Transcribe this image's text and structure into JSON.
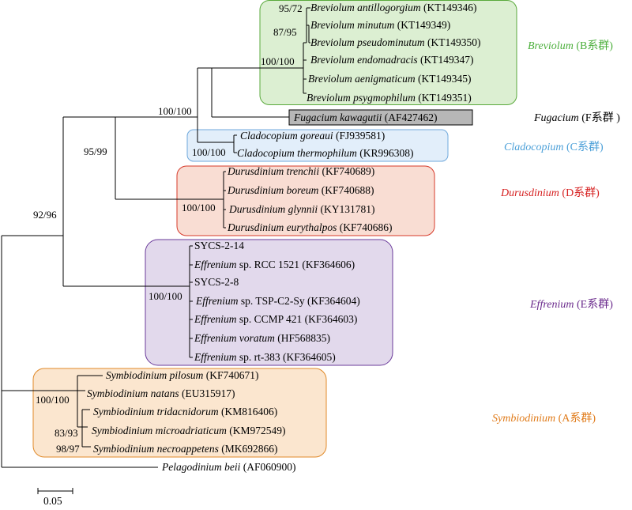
{
  "taxa": [
    {
      "genus": "Breviolum",
      "epithet": "antillogorgium",
      "acc": "(KT149346)"
    },
    {
      "genus": "Breviolum",
      "epithet": "minutum",
      "acc": "(KT149349)"
    },
    {
      "genus": "Breviolum",
      "epithet": "pseudominutum",
      "acc": "(KT149350)"
    },
    {
      "genus": "Breviolum",
      "epithet": "endomadracis",
      "acc": "(KT149347)"
    },
    {
      "genus": "Breviolum",
      "epithet": "aenigmaticum",
      "acc": "(KT149345)"
    },
    {
      "genus": "Breviolum",
      "epithet": "psygmophilum",
      "acc": "(KT149351)"
    },
    {
      "genus": "Fugacium",
      "epithet": "kawagutii",
      "acc": "(AF427462)"
    },
    {
      "genus": "Cladocopium",
      "epithet": "goreaui",
      "acc": "(FJ939581)"
    },
    {
      "genus": "Cladocopium",
      "epithet": "thermophilum",
      "acc": "(KR996308)"
    },
    {
      "genus": "Durusdinium",
      "epithet": "trenchii",
      "acc": "(KF740689)"
    },
    {
      "genus": "Durusdinium",
      "epithet": "boreum",
      "acc": "(KF740688)"
    },
    {
      "genus": "Durusdinium",
      "epithet": "glynnii",
      "acc": "(KY131781)"
    },
    {
      "genus": "Durusdinium",
      "epithet": "eurythalpos",
      "acc": "(KF740686)"
    },
    {
      "plain": "SYCS-2-14"
    },
    {
      "genus": "Effrenium",
      "rest": " sp. RCC 1521 (KF364606)"
    },
    {
      "plain": "SYCS-2-8"
    },
    {
      "genus": "Effrenium",
      "rest": " sp. TSP-C2-Sy (KF364604)"
    },
    {
      "genus": "Effrenium",
      "rest": " sp. CCMP 421 (KF364603)"
    },
    {
      "genus": "Effrenium",
      "epithet": "voratum",
      "acc": "(HF568835)"
    },
    {
      "genus": "Effrenium",
      "rest": " sp. rt-383 (KF364605)"
    },
    {
      "genus": "Symbiodinium",
      "epithet": "pilosum",
      "acc": "(KF740671)"
    },
    {
      "genus": "Symbiodinium",
      "epithet": "natans",
      "acc": "(EU315917)"
    },
    {
      "genus": "Symbiodinium",
      "epithet": "tridacnidorum",
      "acc": "(KM816406)"
    },
    {
      "genus": "Symbiodinium",
      "epithet": "microadriaticum",
      "acc": "(KM972549)"
    },
    {
      "genus": "Symbiodinium",
      "epithet": "necroappetens",
      "acc": "(MK692866)"
    },
    {
      "genus": "Pelagodinium",
      "epithet": "beii",
      "acc": "(AF060900)"
    }
  ],
  "bootstrap": [
    "95/72",
    "87/95",
    "100/100",
    "100/100",
    "100/100",
    "95/99",
    "100/100",
    "100/100",
    "92/96",
    "100/100",
    "83/93",
    "98/97"
  ],
  "clades": [
    {
      "genus": "Breviolum",
      "suffix": " (B系群)",
      "color": "#4caf3c",
      "box_fill": "#dcefd2",
      "box_stroke": "#5aaa3c"
    },
    {
      "genus": "Fugacium",
      "suffix": " (F系群 )",
      "color": "#000000",
      "box_fill": "#b7b7b7",
      "box_stroke": "#000000"
    },
    {
      "genus": "Cladocopium",
      "suffix": " (C系群)",
      "color": "#4a9fd8",
      "box_fill": "#e2eefa",
      "box_stroke": "#6fa8dc"
    },
    {
      "genus": "Durusdinium",
      "suffix": " (D系群)",
      "color": "#d62020",
      "box_fill": "#f9ddd3",
      "box_stroke": "#d63a2a"
    },
    {
      "genus": "Effrenium",
      "suffix": " (E系群)",
      "color": "#6a2a8c",
      "box_fill": "#e2d9ec",
      "box_stroke": "#6a3a9a"
    },
    {
      "genus": "Symbiodinium",
      "suffix": " (A系群)",
      "color": "#e07b1a",
      "box_fill": "#fbe6cf",
      "box_stroke": "#e08a2a"
    }
  ],
  "scale_label": "0.05"
}
